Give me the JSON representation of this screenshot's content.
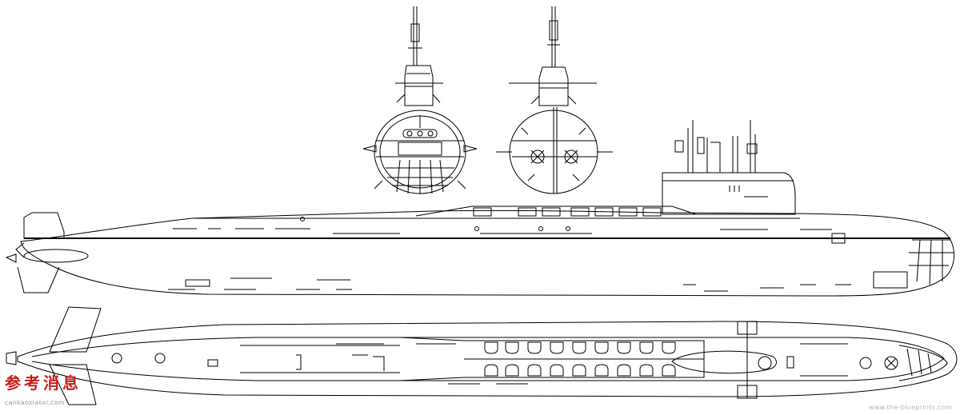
{
  "watermark": {
    "chars": [
      "参",
      "考",
      "消",
      "息"
    ],
    "url": "cankaoxiaoxi.com",
    "color": "#c8201e"
  },
  "credit": {
    "text": "www.the-blueprints.com"
  },
  "colors": {
    "ink": "#000000",
    "paper": "#ffffff"
  }
}
